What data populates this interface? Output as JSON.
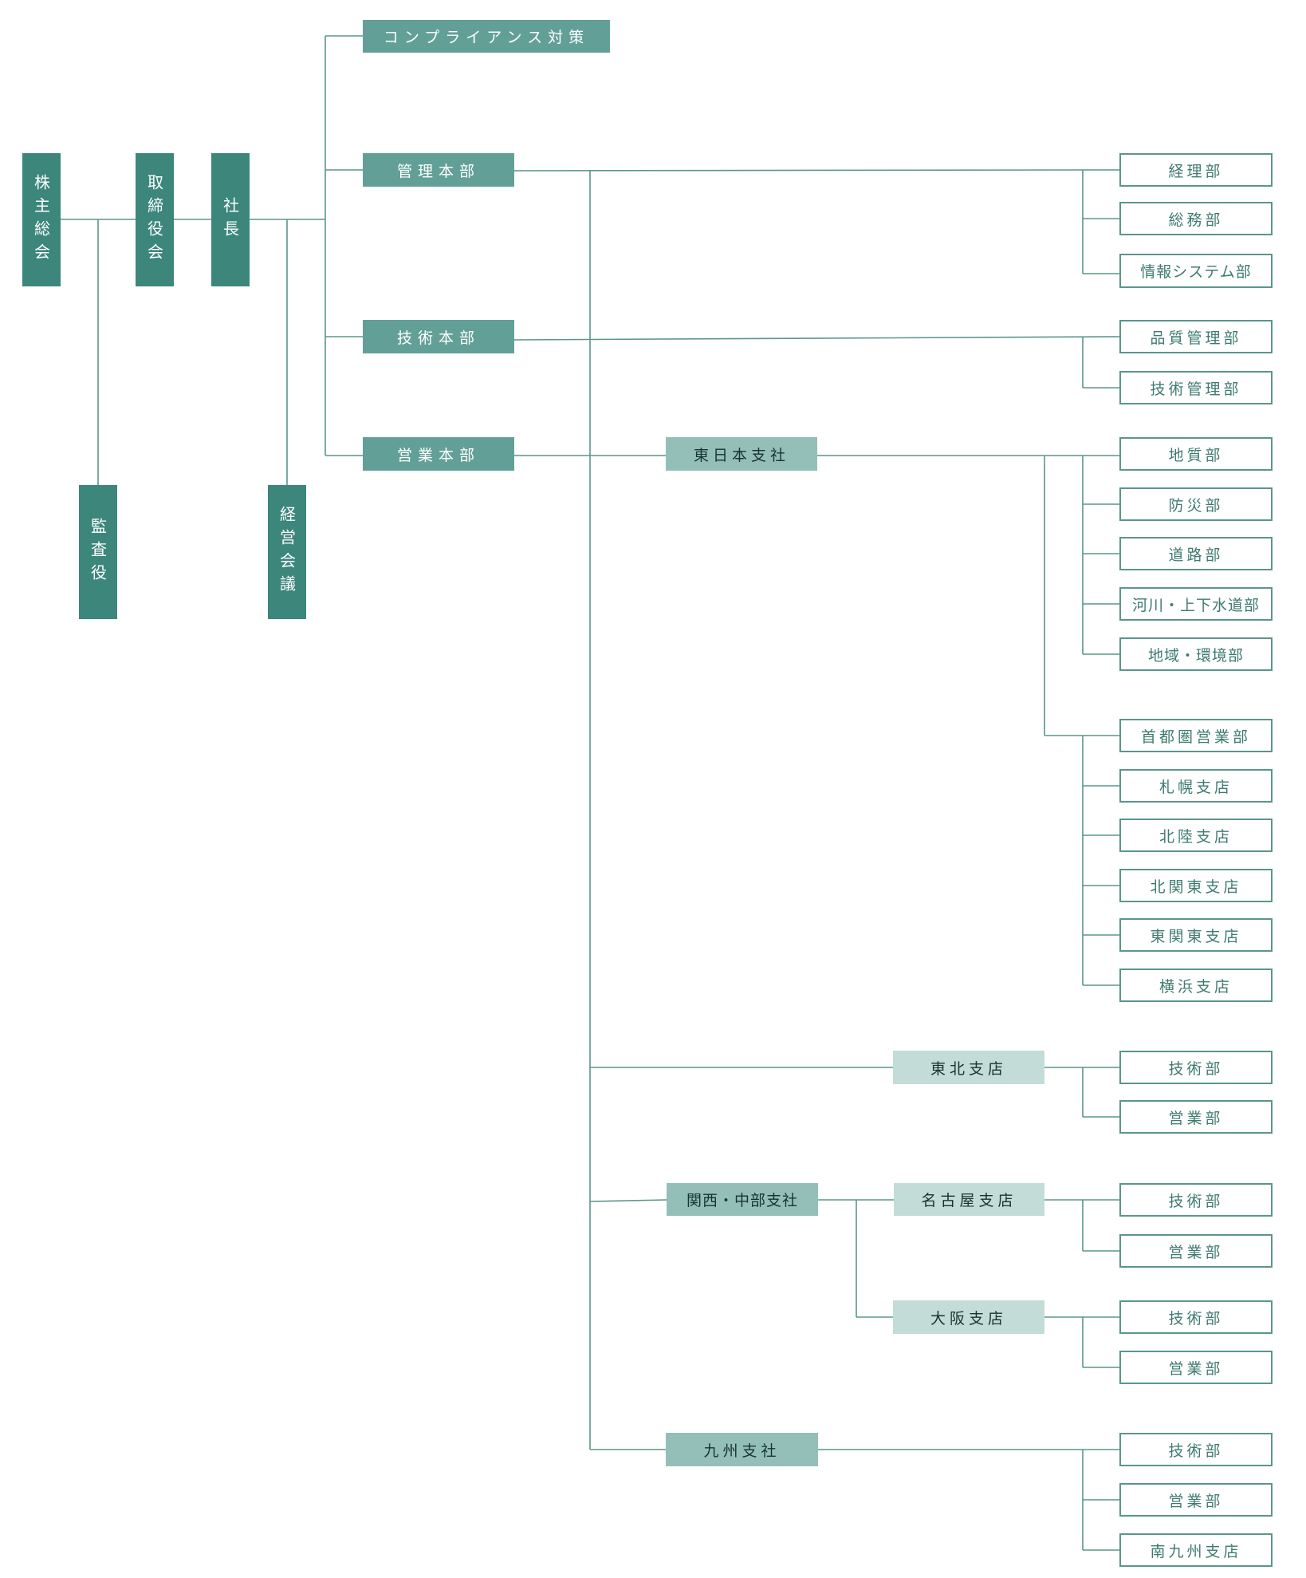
{
  "colors": {
    "line": "#5b958c",
    "executive": "#3c867c",
    "headquarters": "#62a097",
    "branch_company": "#94bfb8",
    "branch_office": "#c3dcd7",
    "department_border": "#5b958c",
    "department_text": "#3e7a71"
  },
  "executives": {
    "shareholders": "株主総会",
    "board": "取締役会",
    "president": "社長",
    "auditor": "監査役",
    "management_meeting": "経営会議"
  },
  "compliance": "コンプライアンス対策",
  "admin_hq": {
    "label": "管理本部",
    "departments": [
      "経理部",
      "総務部",
      "情報システム部"
    ]
  },
  "tech_hq": {
    "label": "技術本部",
    "departments": [
      "品質管理部",
      "技術管理部"
    ]
  },
  "sales_hq": {
    "label": "営業本部",
    "east_japan": {
      "label": "東日本支社",
      "departments": [
        "地質部",
        "防災部",
        "道路部",
        "河川・上下水道部",
        "地域・環境部"
      ],
      "offices": [
        "首都圏営業部",
        "札幌支店",
        "北陸支店",
        "北関東支店",
        "東関東支店",
        "横浜支店"
      ]
    },
    "tohoku": {
      "label": "東北支店",
      "departments": [
        "技術部",
        "営業部"
      ]
    },
    "kansai_chubu": {
      "label": "関西・中部支社",
      "nagoya": {
        "label": "名古屋支店",
        "departments": [
          "技術部",
          "営業部"
        ]
      },
      "osaka": {
        "label": "大阪支店",
        "departments": [
          "技術部",
          "営業部"
        ]
      }
    },
    "kyushu": {
      "label": "九州支社",
      "departments": [
        "技術部",
        "営業部",
        "南九州支店"
      ]
    }
  }
}
